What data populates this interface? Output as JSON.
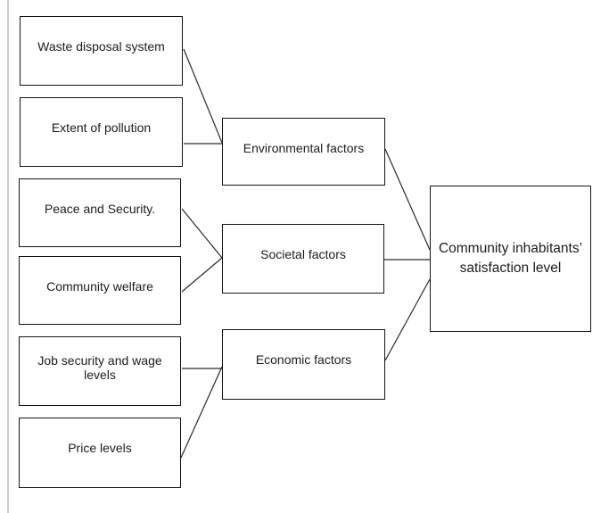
{
  "diagram": {
    "kind": "factor-relationship-diagram",
    "nodes": {
      "waste_disposal": {
        "label": "Waste disposal system"
      },
      "extent_pollution": {
        "label": "Extent of pollution"
      },
      "peace_security": {
        "label": "Peace and Security."
      },
      "community_welfare": {
        "label": "Community welfare"
      },
      "job_security": {
        "label": "Job security and wage levels"
      },
      "price_levels": {
        "label": "Price levels"
      },
      "environmental": {
        "label": "Environmental factors"
      },
      "societal": {
        "label": "Societal factors"
      },
      "economic": {
        "label": "Economic factors"
      },
      "satisfaction": {
        "label": "Community inhabitants’ satisfaction level",
        "label_line1": "Community inhabitants’",
        "label_line2": "satisfaction level"
      }
    },
    "edges": [
      {
        "from": "waste_disposal",
        "to": "environmental"
      },
      {
        "from": "extent_pollution",
        "to": "environmental"
      },
      {
        "from": "peace_security",
        "to": "societal"
      },
      {
        "from": "community_welfare",
        "to": "societal"
      },
      {
        "from": "job_security",
        "to": "economic"
      },
      {
        "from": "price_levels",
        "to": "economic"
      },
      {
        "from": "environmental",
        "to": "satisfaction"
      },
      {
        "from": "societal",
        "to": "satisfaction"
      },
      {
        "from": "economic",
        "to": "satisfaction"
      }
    ],
    "colors": {
      "background": "#ffffff",
      "box_border": "#141414",
      "connector": "#2a2a2a",
      "frame_rule": "#cbcbcb",
      "text": "#1c1c1c"
    }
  }
}
